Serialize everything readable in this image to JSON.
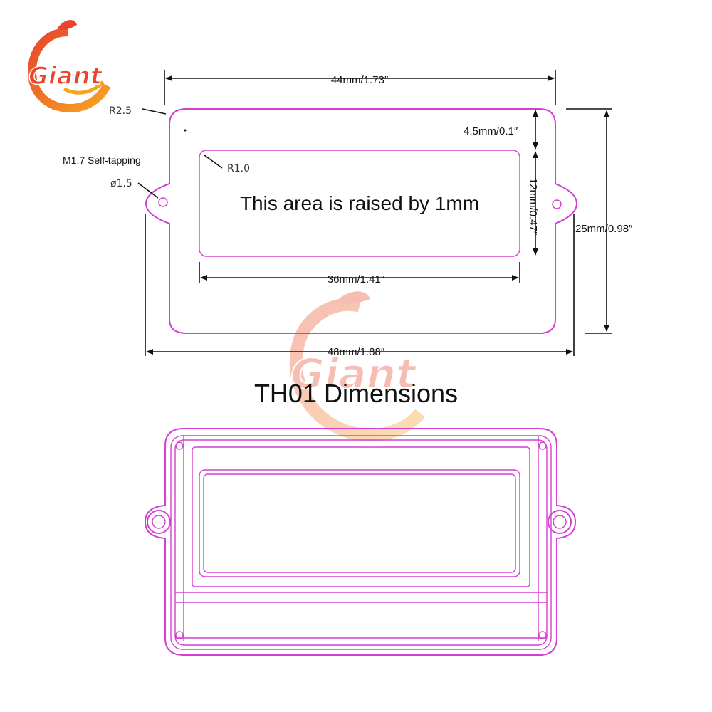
{
  "logo": {
    "brand": "Giant"
  },
  "watermark": {
    "brand": "Giant"
  },
  "labels": {
    "radius_outer": "R2.5",
    "radius_inner": "R1.0",
    "screw_note": "M1.7 Self-tapping",
    "hole_diameter": "ø1.5",
    "raised_area": "This area is raised by 1mm"
  },
  "dimensions": {
    "outer_width": "44mm/1.73″",
    "top_margin": "4.5mm/0.1″",
    "window_height": "12mm/0.47″",
    "total_height": "25mm/0.98″",
    "window_width": "36mm/1.41″",
    "total_width": "48mm/1.88″"
  },
  "title": "TH01 Dimensions",
  "colors": {
    "outline": "#d23fd2",
    "ink": "#111111",
    "logo_red": "#e8452c",
    "logo_orange": "#f6a523"
  }
}
